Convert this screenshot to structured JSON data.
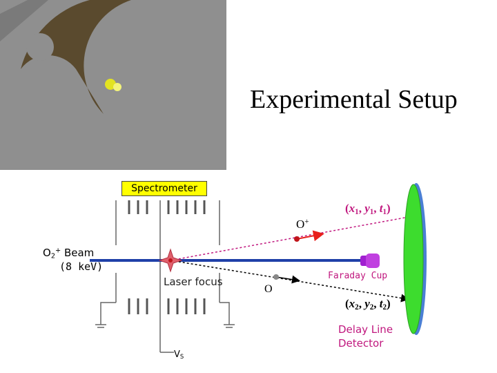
{
  "title": "Experimental Setup",
  "spectrometer_label": "Spectrometer",
  "beam": {
    "species": "O",
    "species_sub": "2",
    "species_sup": "+",
    "word": " Beam",
    "energy": "(8 keV)"
  },
  "laser_label": "Laser focus",
  "ion": {
    "symbol": "O",
    "sup": "+"
  },
  "neutral": {
    "symbol": "O"
  },
  "hit1": {
    "open": "(",
    "x": "x",
    "x_sub": "1",
    "sep1": ", ",
    "y": "y",
    "y_sub": "1",
    "sep2": ", ",
    "t": "t",
    "t_sub": "1",
    "close": ")"
  },
  "hit2": {
    "open": "(",
    "x": "x",
    "x_sub": "2",
    "sep1": ", ",
    "y": "y",
    "y_sub": "2",
    "sep2": ", ",
    "t": "t",
    "t_sub": "2",
    "close": ")"
  },
  "faraday_label": "Faraday Cup",
  "detector": {
    "line1": "Delay Line",
    "line2": "Detector"
  },
  "vs": {
    "base": "V",
    "sub": "S"
  },
  "colors": {
    "beam": "#1f3fa8",
    "ion_path": "#c0177e",
    "neutral_path": "#000000",
    "detector_face": "#3ddc2e",
    "detector_edge": "#4a7fd4",
    "label_box": "#ffff00",
    "accent_label": "#c0177e",
    "photo_bg": "#8f8f8f",
    "photo_disk": "#5a4a2e"
  }
}
